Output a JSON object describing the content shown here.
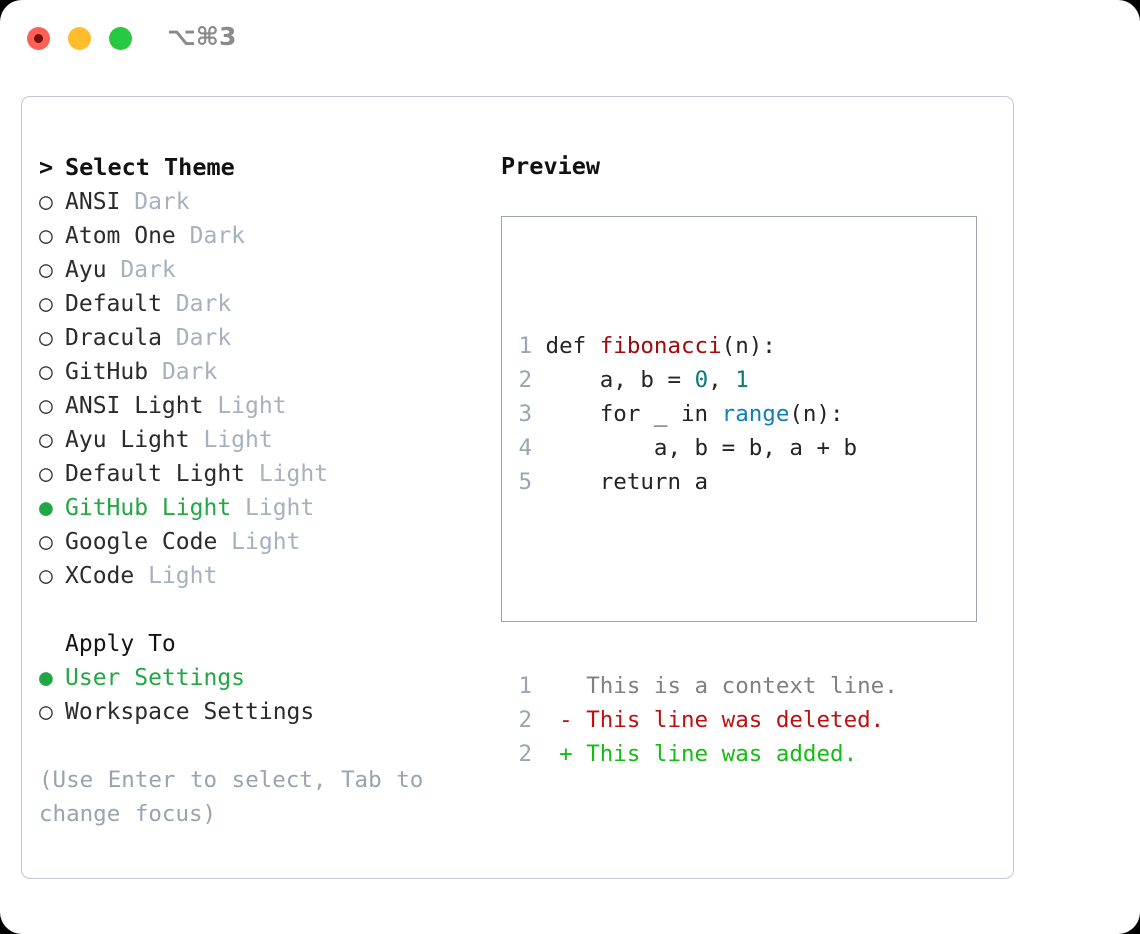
{
  "window": {
    "shortcut_label": "⌥⌘3",
    "traffic_lights": [
      {
        "name": "close",
        "color": "#ff5f57"
      },
      {
        "name": "minimize",
        "color": "#ffbd2e"
      },
      {
        "name": "zoom",
        "color": "#28c840"
      }
    ]
  },
  "theme_picker": {
    "title": "Select Theme",
    "caret": ">",
    "bullet_selected": "●",
    "bullet_unselected": "○",
    "items": [
      {
        "name": "ANSI",
        "kind": "Dark",
        "selected": false
      },
      {
        "name": "Atom One",
        "kind": "Dark",
        "selected": false
      },
      {
        "name": "Ayu",
        "kind": "Dark",
        "selected": false
      },
      {
        "name": "Default",
        "kind": "Dark",
        "selected": false
      },
      {
        "name": "Dracula",
        "kind": "Dark",
        "selected": false
      },
      {
        "name": "GitHub",
        "kind": "Dark",
        "selected": false
      },
      {
        "name": "ANSI Light",
        "kind": "Light",
        "selected": false
      },
      {
        "name": "Ayu Light",
        "kind": "Light",
        "selected": false
      },
      {
        "name": "Default Light",
        "kind": "Light",
        "selected": false
      },
      {
        "name": "GitHub Light",
        "kind": "Light",
        "selected": true
      },
      {
        "name": "Google Code",
        "kind": "Light",
        "selected": false
      },
      {
        "name": "XCode",
        "kind": "Light",
        "selected": false
      }
    ]
  },
  "apply_to": {
    "title": "Apply To",
    "options": [
      {
        "label": "User Settings",
        "selected": true
      },
      {
        "label": "Workspace Settings",
        "selected": false
      }
    ]
  },
  "hint": "(Use Enter to select, Tab to change focus)",
  "preview": {
    "title": "Preview",
    "code_lines": [
      {
        "num": "1",
        "tokens": [
          {
            "text": "def ",
            "style": "plain"
          },
          {
            "text": "fibonacci",
            "style": "func"
          },
          {
            "text": "(n):",
            "style": "plain"
          }
        ]
      },
      {
        "num": "2",
        "tokens": [
          {
            "text": "    a, b = ",
            "style": "plain"
          },
          {
            "text": "0",
            "style": "num"
          },
          {
            "text": ", ",
            "style": "plain"
          },
          {
            "text": "1",
            "style": "num"
          }
        ]
      },
      {
        "num": "3",
        "tokens": [
          {
            "text": "    for _ in ",
            "style": "plain"
          },
          {
            "text": "range",
            "style": "call"
          },
          {
            "text": "(n):",
            "style": "plain"
          }
        ]
      },
      {
        "num": "4",
        "tokens": [
          {
            "text": "        a, b = b, a + b",
            "style": "plain"
          }
        ]
      },
      {
        "num": "5",
        "tokens": [
          {
            "text": "    return a",
            "style": "plain"
          }
        ]
      }
    ],
    "diff_lines": [
      {
        "num": "1",
        "marker": " ",
        "text": "This is a context line.",
        "kind": "context"
      },
      {
        "num": "2",
        "marker": "-",
        "text": "This line was deleted.",
        "kind": "deleted"
      },
      {
        "num": "2",
        "marker": "+",
        "text": "This line was added.",
        "kind": "added"
      }
    ]
  },
  "colors": {
    "accent_green": "#22a745",
    "muted": "#a7b0bd",
    "hint": "#9aa3b0",
    "func_red": "#a00a0a",
    "call_blue": "#1080b8",
    "number_teal": "#0a7a78",
    "diff_delete": "#bb1111",
    "diff_add": "#16bb16",
    "line_number": "#9aa5b1",
    "border": "#9aa5b1"
  }
}
